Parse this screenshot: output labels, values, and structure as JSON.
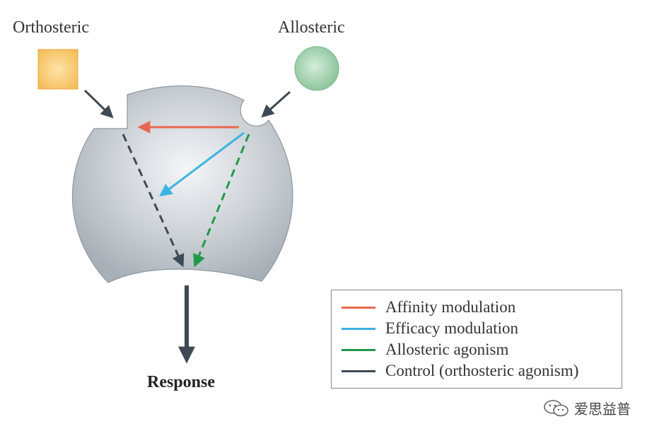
{
  "labels": {
    "orthosteric": "Orthosteric",
    "allosteric": "Allosteric",
    "response": "Response"
  },
  "legend": {
    "items": [
      {
        "label": "Affinity  modulation",
        "color": "#e8684f"
      },
      {
        "label": "Efficacy modulation",
        "color": "#3ab4e3"
      },
      {
        "label": "Allosteric agonism",
        "color": "#1f9a48"
      },
      {
        "label": "Control (orthosteric agonism)",
        "color": "#3d4a54"
      }
    ]
  },
  "watermark": {
    "text": "爱思益普",
    "icon": "wechat-icon"
  },
  "colors": {
    "orthosteric_ligand": "#f4c15a",
    "allosteric_ligand": "#9fd1ad",
    "receptor": "#bcc3c9",
    "arrow_dark": "#3d4a54"
  }
}
